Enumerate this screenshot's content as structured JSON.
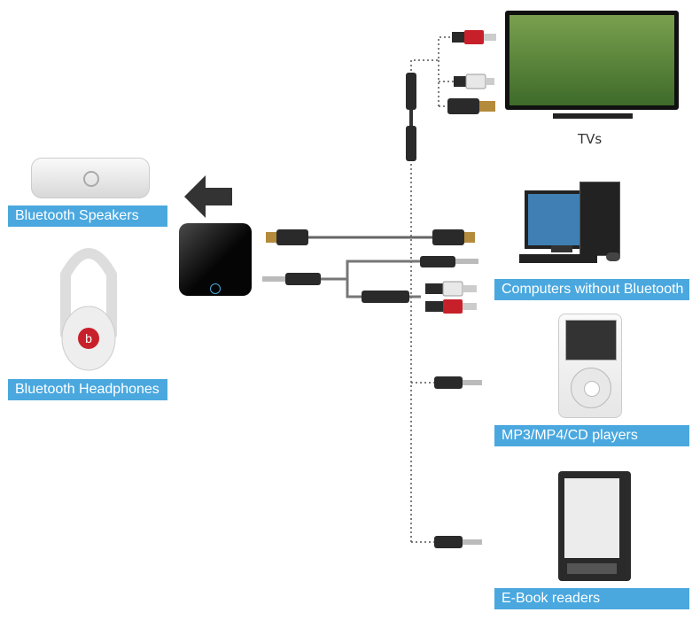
{
  "labels": {
    "bluetooth_speakers": "Bluetooth Speakers",
    "bluetooth_headphones": "Bluetooth Headphones",
    "tvs": "TVs",
    "computers": "Computers without Bluetooth",
    "mp3": "MP3/MP4/CD players",
    "ebook": "E-Book readers"
  },
  "colors": {
    "label_bg": "#4aa8df",
    "rca_red": "#c8202a",
    "rca_white": "#e8e8e8",
    "cable": "#666666",
    "screen": "#3f7fb3"
  },
  "icons": {
    "arrow": "left-arrow-icon",
    "power": "power-icon",
    "beats_logo": "beats-logo-icon"
  }
}
